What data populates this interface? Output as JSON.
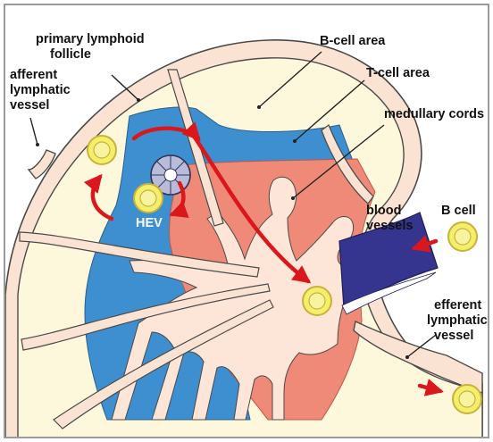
{
  "labels": {
    "primary_follicle_line1": "primary lymphoid",
    "primary_follicle_line2": "follicle",
    "afferent_line1": "afferent",
    "afferent_line2": "lymphatic",
    "afferent_line3": "vessel",
    "b_cell_area": "B-cell area",
    "t_cell_area": "T-cell area",
    "medullary_cords": "medullary cords",
    "hev": "HEV",
    "blood_line1": "blood",
    "blood_line2": "vessels",
    "b_cell": "B cell",
    "efferent_line1": "efferent",
    "efferent_line2": "lymphatic",
    "efferent_line3": "vessel"
  },
  "colors": {
    "border": "#9a9a9a",
    "capsule": "#fbe3d3",
    "follicle": "#fdf8dc",
    "b_cell_area": "#3e8fcf",
    "t_cell_area": "#ef8a78",
    "medulla": "#fde6d8",
    "blood_vessel": "#35348f",
    "cell_fill": "#f4ef6a",
    "cell_outline": "#c8b23a",
    "hev": "#b9bcd8",
    "migration_arrow": "#d9171c"
  }
}
